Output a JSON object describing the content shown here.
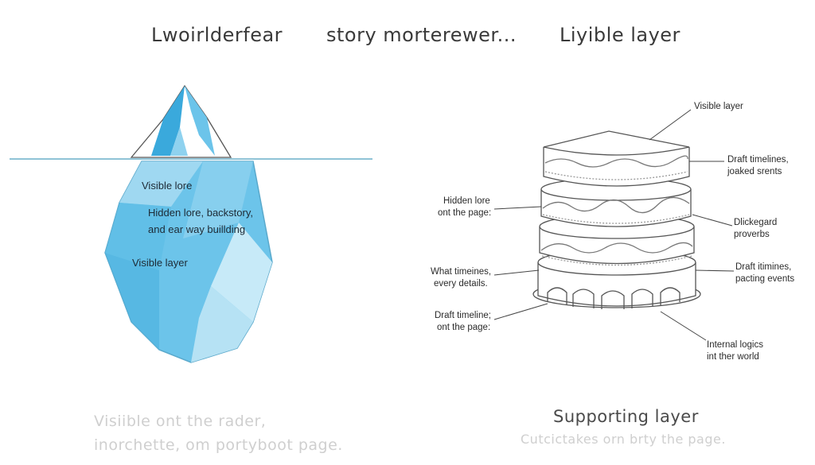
{
  "titles": {
    "left": "Lwoirlderfear",
    "center": "story morterewer...",
    "right": "Liyible layer"
  },
  "iceberg": {
    "labels": {
      "visible_lore": "Visible lore",
      "hidden_line1": "Hidden lore, backstory,",
      "hidden_line2": "and ear way buillding",
      "visible_layer": "Visible layer"
    },
    "caption_line1": "Visiible ont the rader,",
    "caption_line2": "inorchette, om portyboot page."
  },
  "cake": {
    "right_labels": {
      "top": "Visible layer",
      "l2_line1": "Draft timelines,",
      "l2_line2": "joaked srents",
      "l3_line1": "Dlickegard",
      "l3_line2": "proverbs",
      "l4_line1": "Draft itimines,",
      "l4_line2": "pacting events",
      "l5_line1": "Internal logics",
      "l5_line2": "int ther world"
    },
    "left_labels": {
      "a_line1": "Hidden lore",
      "a_line2": "ont the page:",
      "b_line1": "What timeines,",
      "b_line2": "every details.",
      "c_line1": "Draft timeline;",
      "c_line2": "ont the page:"
    },
    "caption_title": "Supporting layer",
    "caption_sub": "Cutcictakes orn brty the page."
  },
  "colors": {
    "ice_light": "#bfe6f5",
    "ice_mid": "#6cc4ea",
    "ice_dark": "#3aa9dc",
    "water_line": "#8fc3d6",
    "outline": "#555555"
  }
}
